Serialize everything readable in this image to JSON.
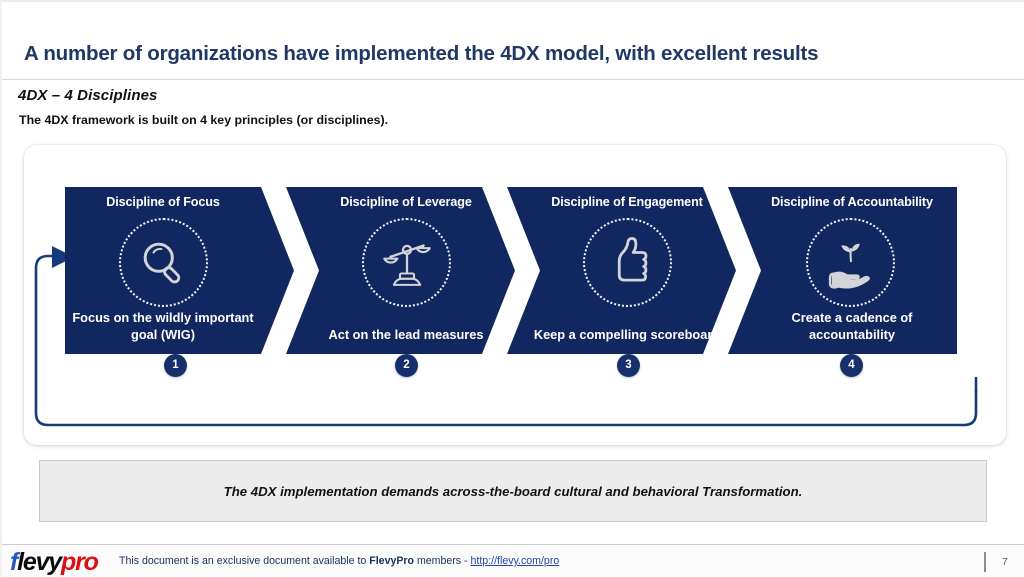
{
  "slide": {
    "title": "A number of organizations have implemented the 4DX model, with excellent results",
    "section_heading": "4DX – 4 Disciplines",
    "section_description": "The 4DX framework is built on 4 key principles (or disciplines).",
    "callout": "The 4DX implementation demands across-the-board cultural and behavioral Transformation."
  },
  "colors": {
    "title_blue": "#1f3864",
    "chevron_navy": "#11275f",
    "badge_navy": "#16306e",
    "icon_grey": "#d2d4d8",
    "callout_grey": "#ececec",
    "logo_f_blue": "#2b57c4",
    "logo_pro_red": "#dd0e12"
  },
  "disciplines": [
    {
      "number": "1",
      "heading": "Discipline of Focus",
      "caption": "Focus on the wildly important goal (WIG)",
      "icon": "magnifying-glass-icon"
    },
    {
      "number": "2",
      "heading": "Discipline of Leverage",
      "caption": "Act on the lead measures",
      "icon": "balance-scale-icon"
    },
    {
      "number": "3",
      "heading": "Discipline of Engagement",
      "caption": "Keep a compelling scoreboard",
      "icon": "thumbs-up-icon"
    },
    {
      "number": "4",
      "heading": "Discipline of Accountability",
      "caption": "Create a cadence of accountability",
      "icon": "hand-sprout-icon"
    }
  ],
  "footer": {
    "logo_f": "f",
    "logo_levy": "levy",
    "logo_pro": "pro",
    "note_prefix": "This document is an exclusive document available to ",
    "note_brand": "FlevyPro",
    "note_middle": " members - ",
    "note_link": "http://flevy.com/pro",
    "page_number": "7"
  }
}
